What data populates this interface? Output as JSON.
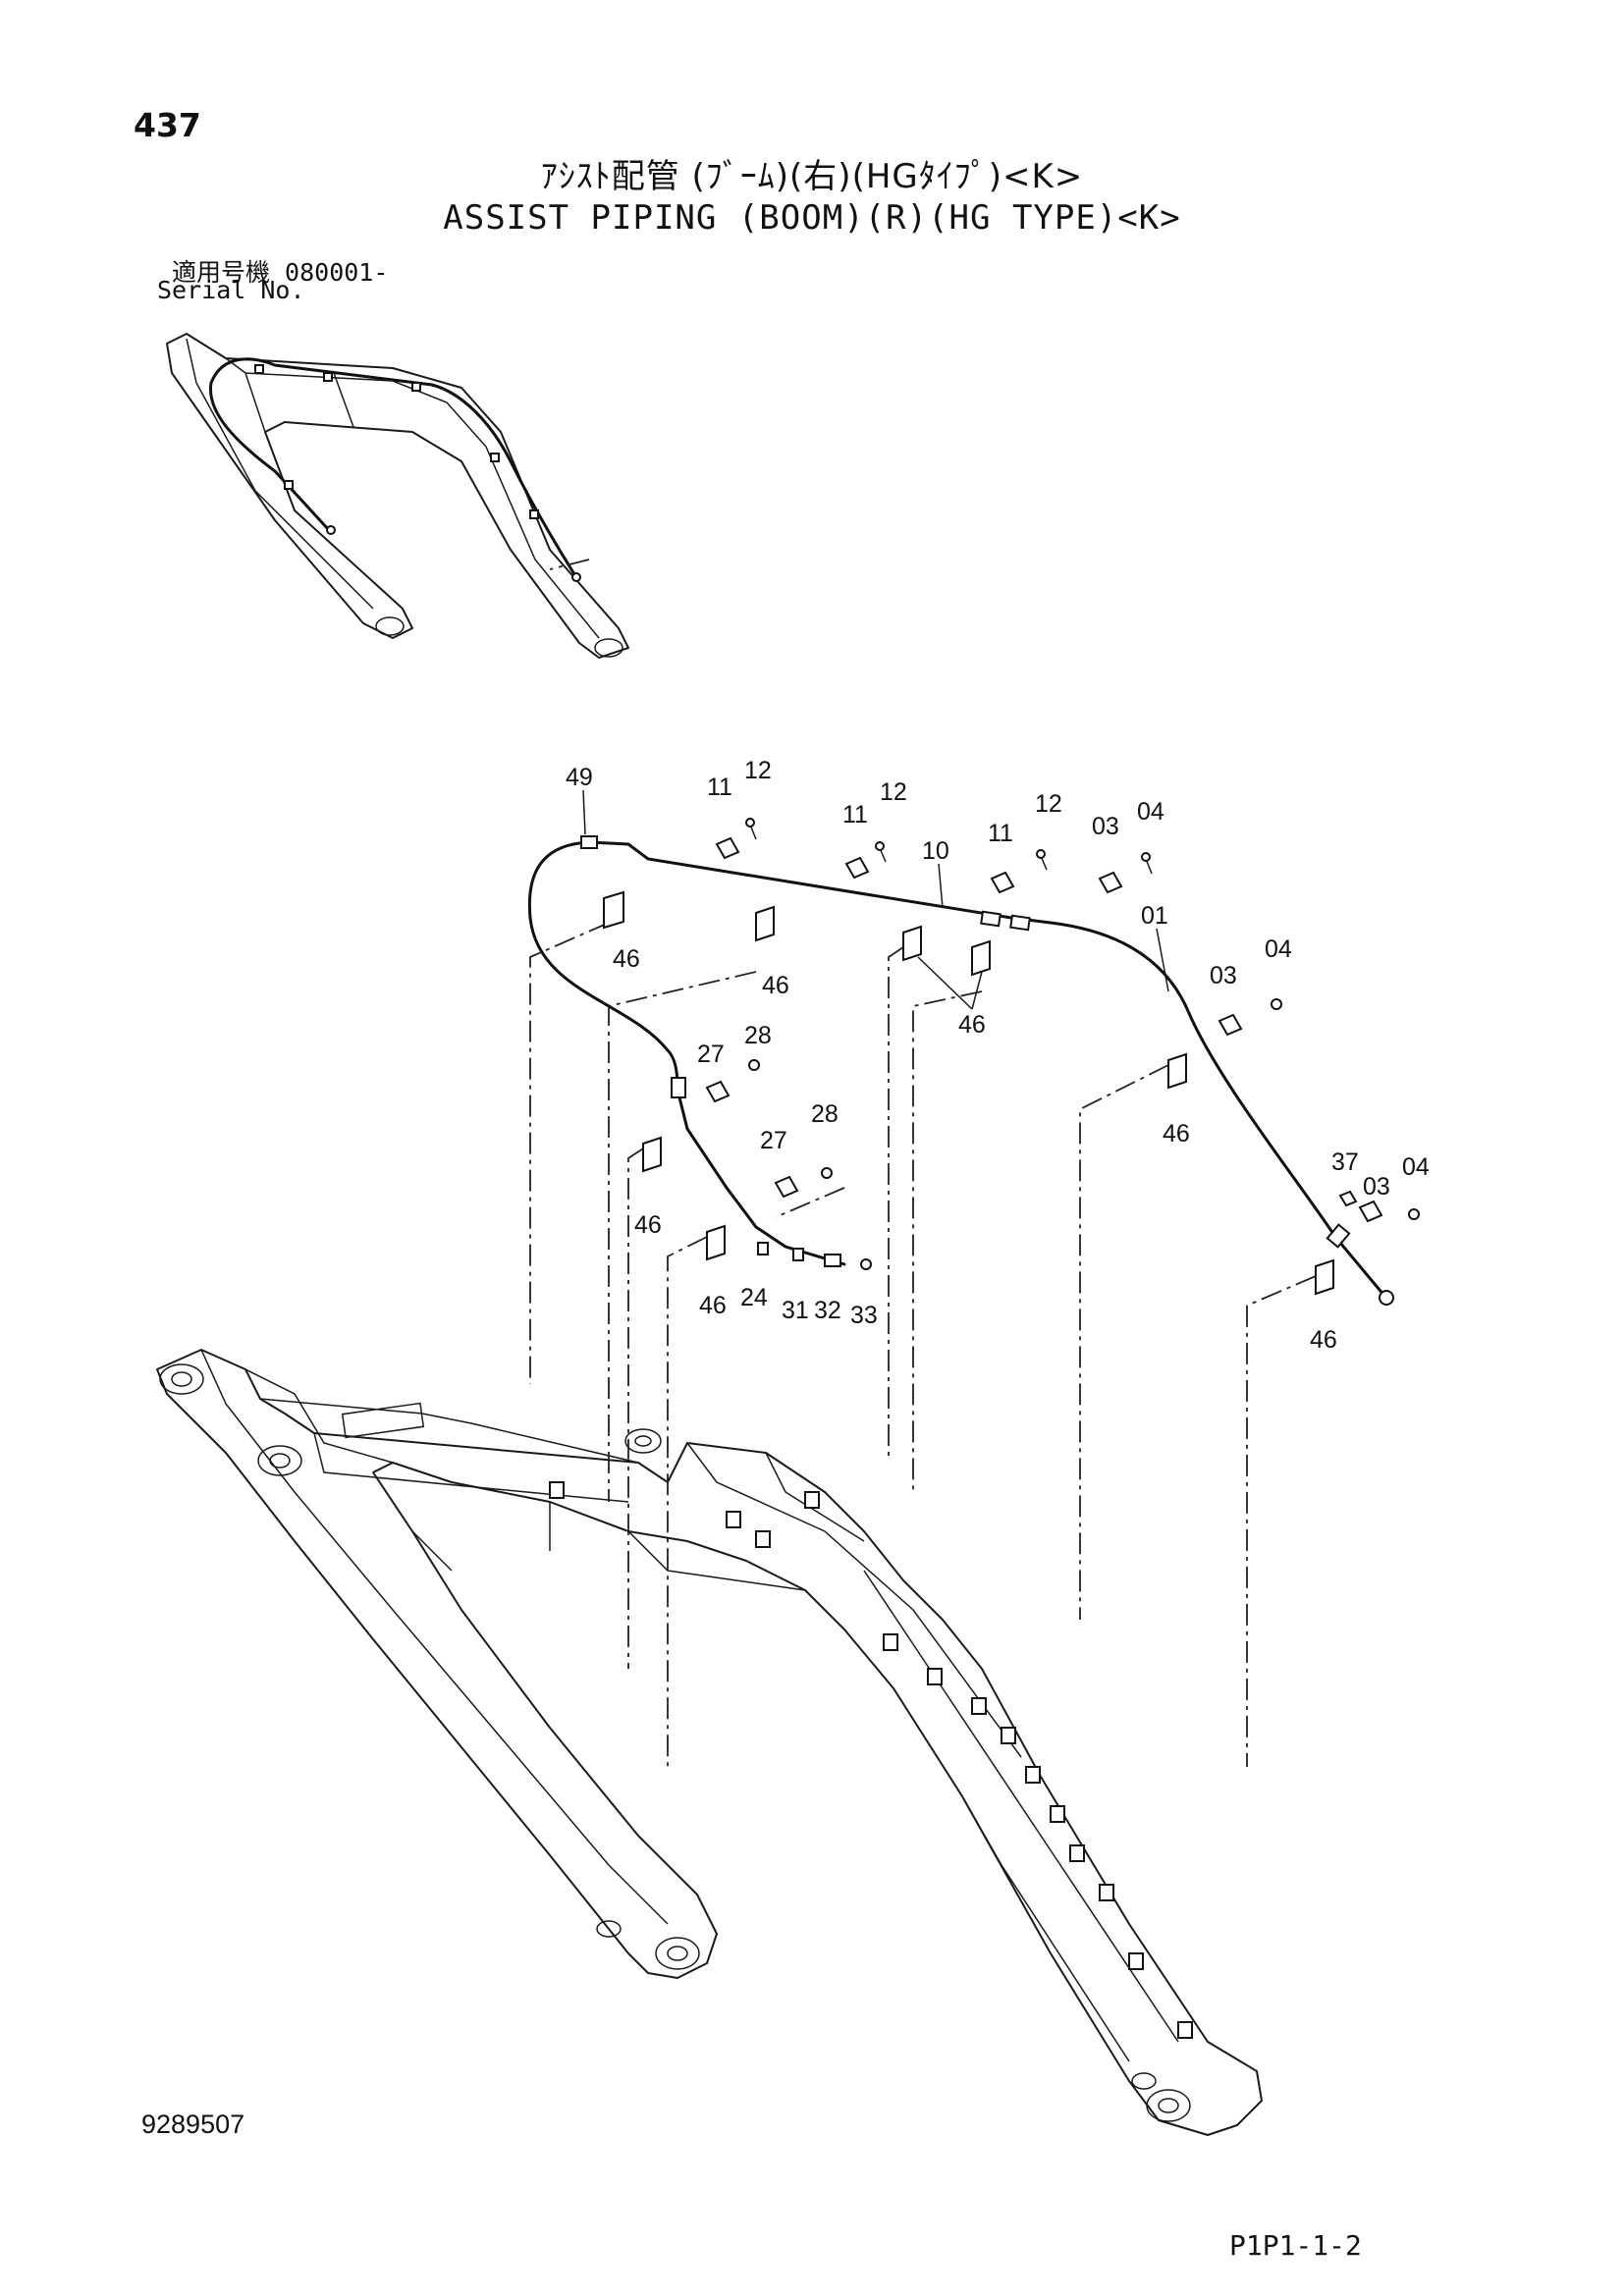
{
  "page_number": "437",
  "title_jp": "ｱｼｽﾄ配管 (ﾌﾞｰﾑ)(右)(HGﾀｲﾌﾟ)<K>",
  "title_en": "ASSIST PIPING (BOOM)(R)(HG TYPE)<K>",
  "serial_jp": "適用号機  080001-",
  "serial_en": "Serial No.",
  "doc_code": "9289507",
  "page_ref": "P1P1-1-2",
  "callouts": {
    "c49": "49",
    "c11a": "11",
    "c12a": "12",
    "c11b": "11",
    "c12b": "12",
    "c10": "10",
    "c11c": "11",
    "c12c": "12",
    "c03a": "03",
    "c04a": "04",
    "c01": "01",
    "c03b": "03",
    "c04b": "04",
    "c46a": "46",
    "c46b": "46",
    "c46c": "46",
    "c46d": "46",
    "c27a": "27",
    "c28a": "28",
    "c28b": "28",
    "c27b": "27",
    "c46e": "46",
    "c37": "37",
    "c03c": "03",
    "c04c": "04",
    "c46f": "46",
    "c24": "24",
    "c31": "31",
    "c32": "32",
    "c33": "33",
    "c46g": "46"
  }
}
